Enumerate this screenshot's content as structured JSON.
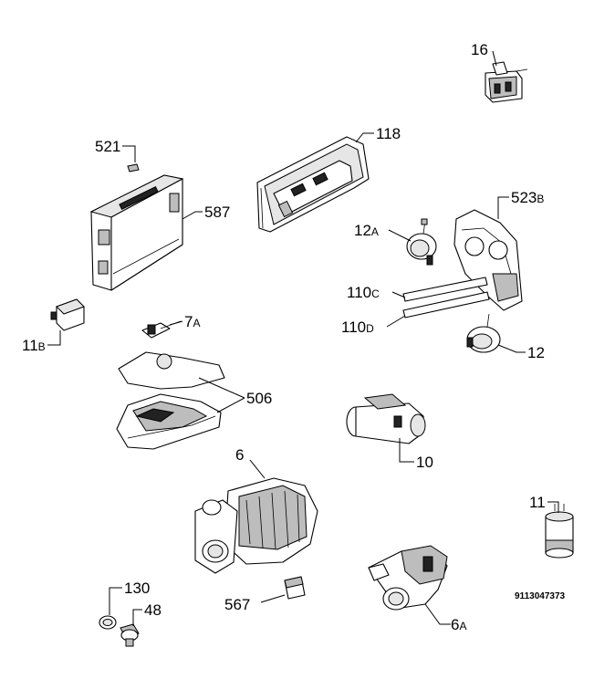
{
  "labels": {
    "p16": "16",
    "p118": "118",
    "p521": "521",
    "p587": "587",
    "p523b": "523",
    "p523b_suffix": "B",
    "p12a": "12",
    "p12a_suffix": "A",
    "p110c": "110",
    "p110c_suffix": "C",
    "p110d": "110",
    "p110d_suffix": "D",
    "p12": "12",
    "p11b": "11",
    "p11b_suffix": "B",
    "p7a": "7",
    "p7a_suffix": "A",
    "p506": "506",
    "p10": "10",
    "p6": "6",
    "p11": "11",
    "p130": "130",
    "p48": "48",
    "p567": "567",
    "p6a": "6",
    "p6a_suffix": "A"
  },
  "reference_code": "9113047373"
}
